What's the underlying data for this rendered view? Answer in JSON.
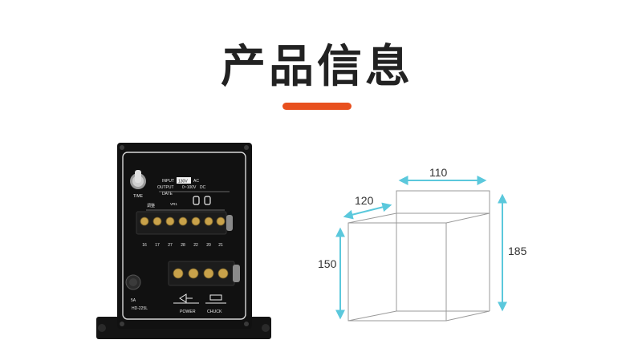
{
  "heading": "产品信息",
  "colors": {
    "accent": "#e8501e",
    "panel": "#111111",
    "dimension": "#5bc8dc"
  },
  "panel": {
    "time_label": "TIME",
    "input_label": "INPUT",
    "input_voltage": "130V",
    "input_ac": "AC",
    "output_label": "OUTPUT",
    "output_range": "0~100V",
    "output_dc": "DC",
    "date_label": "DATE",
    "vr_label": "VR1",
    "small_label": "调整",
    "terminal_numbers": [
      "16",
      "17",
      "27",
      "28",
      "22",
      "20",
      "21"
    ],
    "fuse_label": "5A",
    "model": "HD-225L",
    "power_label": "POWER",
    "chuck_label": "CHUCK"
  },
  "dimensions": {
    "depth": "120",
    "width": "110",
    "height_front": "150",
    "height_total": "185"
  }
}
